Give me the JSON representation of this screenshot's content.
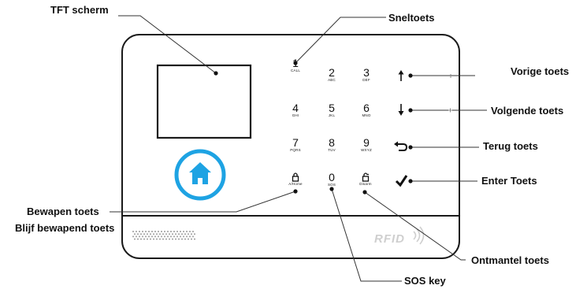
{
  "callouts": {
    "tft_screen": "TFT scherm",
    "quick_key": "Sneltoets",
    "previous_key": "Vorige toets",
    "next_key": "Volgende toets",
    "back_key": "Terug toets",
    "enter_key": "Enter Toets",
    "arm_key": "Bewapen toets",
    "stay_arm_key": "Blijf bewapend toets",
    "disarm_key": "Ontmantel toets",
    "sos_key": "SOS key"
  },
  "keypad": [
    {
      "digit": "1",
      "sub": "CALL"
    },
    {
      "digit": "2",
      "sub": "ABC"
    },
    {
      "digit": "3",
      "sub": "DEF"
    },
    {
      "digit": "4",
      "sub": "GHI"
    },
    {
      "digit": "5",
      "sub": "JKL"
    },
    {
      "digit": "6",
      "sub": "MNO"
    },
    {
      "digit": "7",
      "sub": "PQRS"
    },
    {
      "digit": "8",
      "sub": "TUV"
    },
    {
      "digit": "9",
      "sub": "WXYZ"
    },
    {
      "digit": "0",
      "sub": "SOS"
    }
  ],
  "arm_sub": "A/Home",
  "disarm_sub": "Disarm",
  "logo": "RFID",
  "icons": {
    "home": "home-icon",
    "previous": "arrow-up-icon",
    "next": "arrow-down-icon",
    "back": "return-arrow-icon",
    "enter": "checkmark-icon",
    "arm": "lock-icon",
    "disarm": "unlock-icon",
    "rfid": "rfid-wave-icon"
  },
  "colors": {
    "home_accent": "#1ea3e3",
    "frame": "#1a1a1a",
    "leader": "#333333"
  }
}
